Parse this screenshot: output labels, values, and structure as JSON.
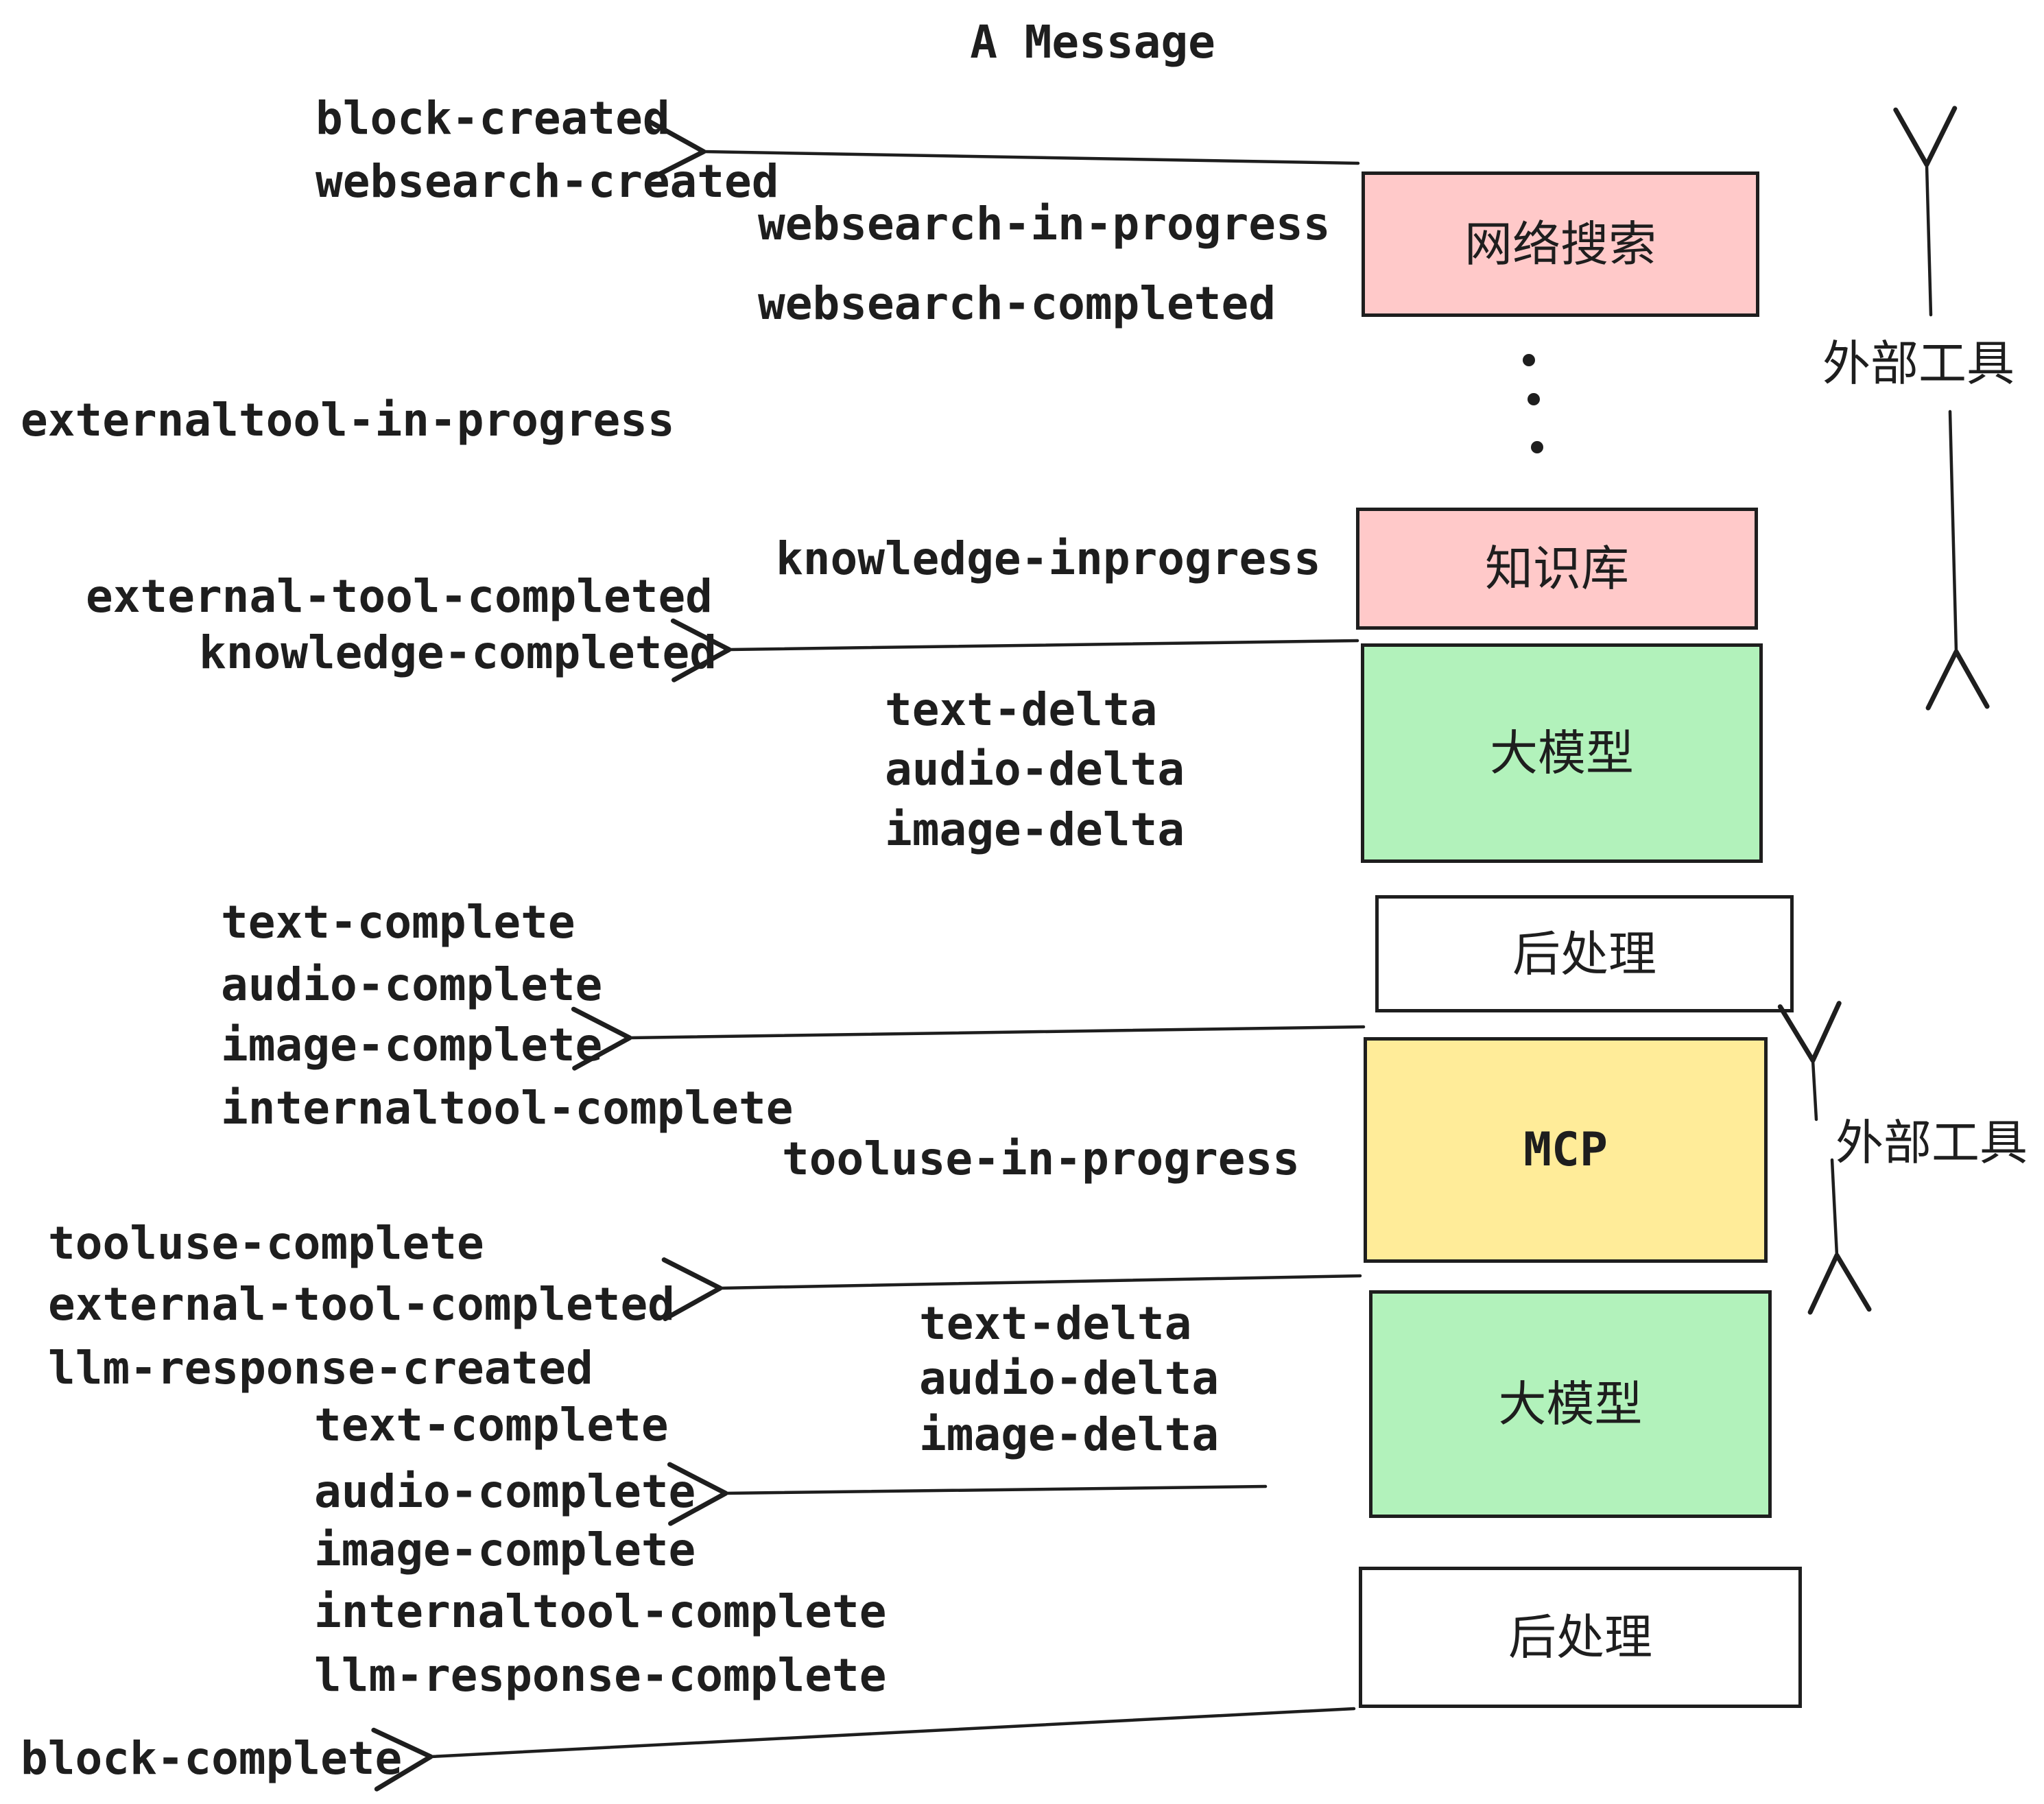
{
  "title": "A Message",
  "colors": {
    "pink": "#ffc9c9",
    "green": "#b2f2bb",
    "yellow": "#ffec99",
    "white": "#ffffff",
    "stroke": "#1e1e1e",
    "background": "#ffffff"
  },
  "boxes": {
    "websearch": "网络搜索",
    "knowledge": "知识库",
    "llm1": "大模型",
    "post1": "后处理",
    "mcp": "MCP",
    "llm2": "大模型",
    "post2": "后处理"
  },
  "side_labels": {
    "external_tools_top": "外部工具",
    "external_tools_mid": "外部工具"
  },
  "events": {
    "block_created": "block-created",
    "websearch_created": "websearch-created",
    "websearch_in_progress": "websearch-in-progress",
    "websearch_completed": "websearch-completed",
    "externaltool_in_progress": "externaltool-in-progress",
    "knowledge_inprogress": "knowledge-inprogress",
    "external_tool_completed_1": "external-tool-completed",
    "knowledge_completed": "knowledge-completed",
    "text_delta_1": "text-delta",
    "audio_delta_1": "audio-delta",
    "image_delta_1": "image-delta",
    "text_complete_1": "text-complete",
    "audio_complete_1": "audio-complete",
    "image_complete_1": "image-complete",
    "internaltool_complete_1": "internaltool-complete",
    "tooluse_in_progress": "tooluse-in-progress",
    "tooluse_complete": "tooluse-complete",
    "external_tool_completed_2": "external-tool-completed",
    "llm_response_created": "llm-response-created",
    "text_complete_2": "text-complete",
    "audio_complete_2": "audio-complete",
    "image_complete_2": "image-complete",
    "internaltool_complete_2": "internaltool-complete",
    "llm_response_complete": "llm-response-complete",
    "block_complete": "block-complete",
    "text_delta_2": "text-delta",
    "audio_delta_2": "audio-delta",
    "image_delta_2": "image-delta"
  }
}
